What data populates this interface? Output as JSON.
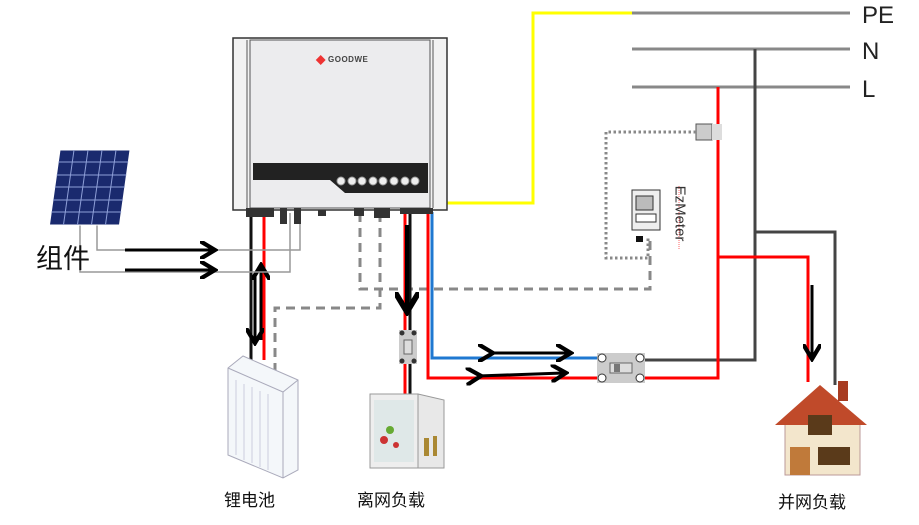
{
  "grid": {
    "pe": "PE",
    "n": "N",
    "l": "L"
  },
  "inverter": {
    "brand": "GOODWE"
  },
  "meter": {
    "label": "EzMeter"
  },
  "labels": {
    "pv": "组件",
    "battery": "锂电池",
    "offgrid_load": "离网负载",
    "grid_load": "并网负载"
  },
  "colors": {
    "live": "#ff0000",
    "neutral": "#1f78d1",
    "pe": "#ffff00",
    "grid_line": "#888888",
    "return": "#444444",
    "comm": "#888888"
  }
}
